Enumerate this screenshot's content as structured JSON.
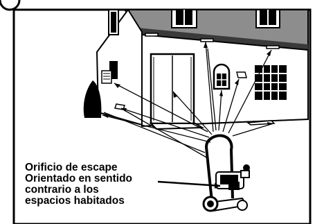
{
  "callout": {
    "line1": "Orificio de escape",
    "line2": "Orientado en sentido",
    "line3": "contrario a los",
    "line4": "espacios habitados"
  }
}
